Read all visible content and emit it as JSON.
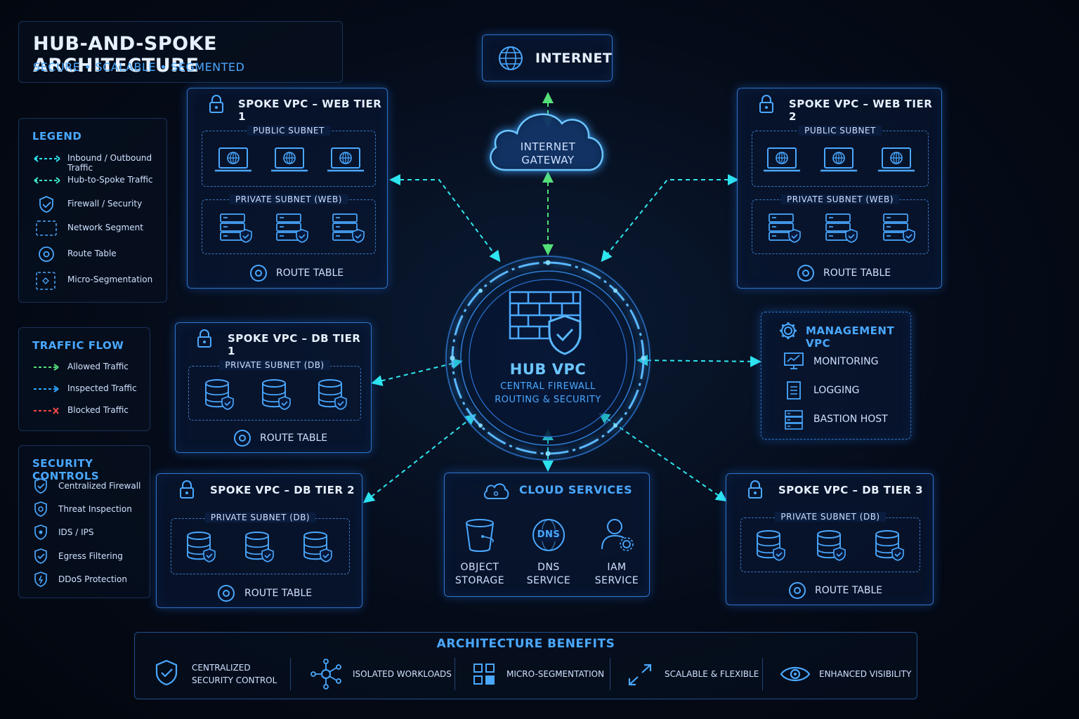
{
  "header": {
    "title": "HUB-AND-SPOKE ARCHITECTURE",
    "subtitle": "SECURE • SCALABLE • SEGMENTED"
  },
  "legend": {
    "title": "LEGEND",
    "items": [
      "Inbound / Outbound Traffic",
      "Hub-to-Spoke Traffic",
      "Firewall / Security",
      "Network Segment",
      "Route Table",
      "Micro-Segmentation"
    ]
  },
  "traffic_flow": {
    "title": "TRAFFIC FLOW",
    "items": [
      "Allowed Traffic",
      "Inspected Traffic",
      "Blocked Traffic"
    ]
  },
  "security_controls": {
    "title": "SECURITY CONTROLS",
    "items": [
      "Centralized Firewall",
      "Threat Inspection",
      "IDS / IPS",
      "Egress Filtering",
      "DDoS Protection"
    ]
  },
  "internet": {
    "label": "INTERNET"
  },
  "gateway": {
    "line1": "INTERNET",
    "line2": "GATEWAY"
  },
  "hub": {
    "title": "HUB VPC",
    "line1": "CENTRAL FIREWALL",
    "line2": "ROUTING & SECURITY"
  },
  "web1": {
    "title": "SPOKE VPC – WEB TIER 1",
    "public": "PUBLIC SUBNET",
    "private": "PRIVATE SUBNET (WEB)",
    "route": "ROUTE TABLE"
  },
  "web2": {
    "title": "SPOKE VPC – WEB TIER 2",
    "public": "PUBLIC SUBNET",
    "private": "PRIVATE SUBNET (WEB)",
    "route": "ROUTE TABLE"
  },
  "db1": {
    "title": "SPOKE VPC – DB TIER 1",
    "private": "PRIVATE SUBNET (DB)",
    "route": "ROUTE TABLE"
  },
  "db2": {
    "title": "SPOKE VPC – DB TIER 2",
    "private": "PRIVATE SUBNET (DB)",
    "route": "ROUTE TABLE"
  },
  "db3": {
    "title": "SPOKE VPC – DB TIER 3",
    "private": "PRIVATE SUBNET (DB)",
    "route": "ROUTE TABLE"
  },
  "management": {
    "title": "MANAGEMENT VPC",
    "items": [
      "MONITORING",
      "LOGGING",
      "BASTION HOST"
    ]
  },
  "cloud_services": {
    "title": "CLOUD SERVICES",
    "items": [
      {
        "line1": "OBJECT",
        "line2": "STORAGE"
      },
      {
        "line1": "DNS",
        "line2": "SERVICE"
      },
      {
        "line1": "IAM",
        "line2": "SERVICE"
      }
    ],
    "dns_badge": "DNS"
  },
  "benefits": {
    "title": "ARCHITECTURE BENEFITS",
    "items": [
      {
        "line1": "CENTRALIZED",
        "line2": "SECURITY CONTROL"
      },
      {
        "line1": "ISOLATED WORKLOADS",
        "line2": ""
      },
      {
        "line1": "MICRO-SEGMENTATION",
        "line2": ""
      },
      {
        "line1": "SCALABLE & FLEXIBLE",
        "line2": ""
      },
      {
        "line1": "ENHANCED VISIBILITY",
        "line2": ""
      }
    ]
  },
  "colors": {
    "accent": "#4aa8ff",
    "cyan": "#2ee6f0",
    "allowed": "#55e07a",
    "blocked": "#ff4a4a",
    "border": "#3c96ff"
  }
}
